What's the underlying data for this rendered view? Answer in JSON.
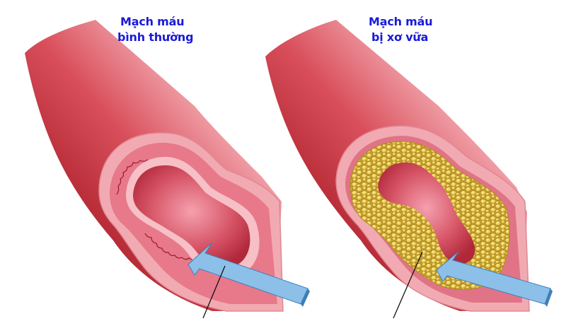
{
  "diagram": {
    "panels": [
      {
        "id": "normal",
        "label_line1": "Mạch máu",
        "label_line2": "bình thường",
        "description": "Normal artery cross-section with open lumen and wavy inner lining"
      },
      {
        "id": "atherosclerotic",
        "label_line1": "Mạch máu",
        "label_line2": "bị xơ vữa",
        "description": "Artery with yellow plaque deposits narrowing the lumen"
      }
    ],
    "colors": {
      "label_text": "#1a1ad8",
      "vessel_dark": "#8e1420",
      "vessel_mid": "#c8323f",
      "vessel_light": "#f2a6ae",
      "vessel_orange": "#d8602e",
      "wall_cut": "#f4b3ba",
      "lumen": "#e06878",
      "plaque": "#e8c850",
      "plaque_edge": "#a88a20",
      "arrow": "#7fb6e0",
      "arrow_edge": "#3f7fb8",
      "pointer_line": "#111111"
    }
  }
}
